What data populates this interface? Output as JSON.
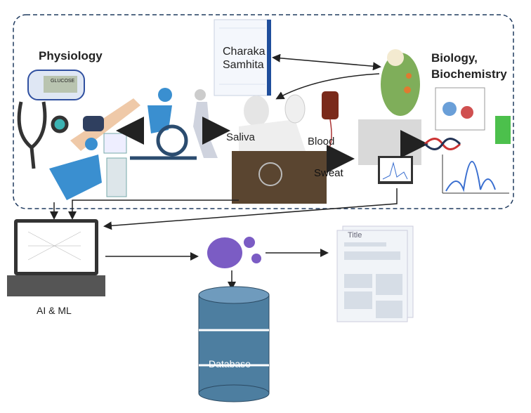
{
  "labels": {
    "physiology": "Physiology",
    "charaka_line1": "Charaka",
    "charaka_line2": "Samhita",
    "biology_line1": "Biology,",
    "biology_line2": "Biochemistry",
    "saliva": "Saliva",
    "blood": "Blood",
    "sweat": "Sweat",
    "ai_ml": "AI & ML",
    "database": "Database",
    "report_title": "Title",
    "glucose": "GLUCOSE"
  },
  "colors": {
    "frame": "#1f3a5f",
    "accent_blue": "#3a8fd0",
    "database": "#4d7ea0",
    "brain": "#7b5cc4"
  }
}
